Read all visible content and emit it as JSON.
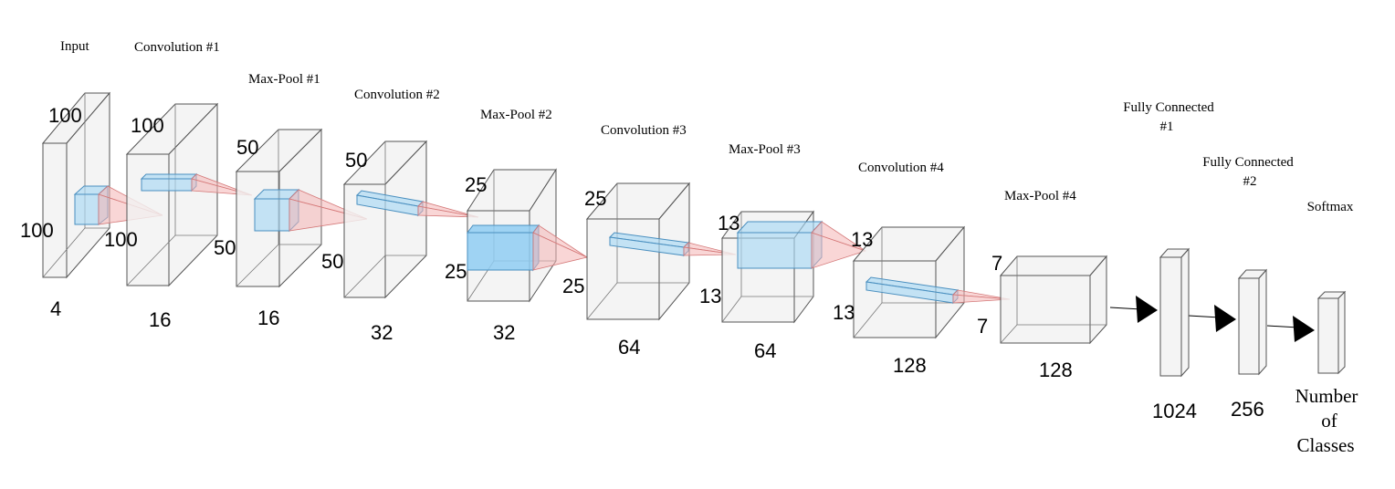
{
  "layers": [
    {
      "title": "Input",
      "left_dim": "100",
      "top_dim": "100",
      "depth": "4"
    },
    {
      "title": "Convolution #1",
      "top_dim": "100",
      "bottom_dim": "100",
      "depth": "16"
    },
    {
      "title": "Max-Pool #1",
      "top_dim": "50",
      "bottom_dim": "50",
      "depth": "16"
    },
    {
      "title": "Convolution #2",
      "top_dim": "50",
      "bottom_dim": "50",
      "depth": "32"
    },
    {
      "title": "Max-Pool #2",
      "top_dim": "25",
      "bottom_dim": "25",
      "depth": "32"
    },
    {
      "title": "Convolution #3",
      "top_dim": "25",
      "bottom_dim": "25",
      "depth": "64"
    },
    {
      "title": "Max-Pool #3",
      "top_dim": "13",
      "bottom_dim": "13",
      "depth": "64"
    },
    {
      "title": "Convolution #4",
      "top_dim": "13",
      "bottom_dim": "13",
      "depth": "128"
    },
    {
      "title": "Max-Pool #4",
      "top_dim": "7",
      "bottom_dim": "7",
      "depth": "128"
    }
  ],
  "dense": [
    {
      "title_line1": "Fully Connected",
      "title_line2": "#1",
      "size": "1024"
    },
    {
      "title_line1": "Fully Connected",
      "title_line2": "#2",
      "size": "256"
    },
    {
      "title": "Softmax",
      "size_line1": "Number",
      "size_line2": "of",
      "size_line3": "Classes"
    }
  ]
}
